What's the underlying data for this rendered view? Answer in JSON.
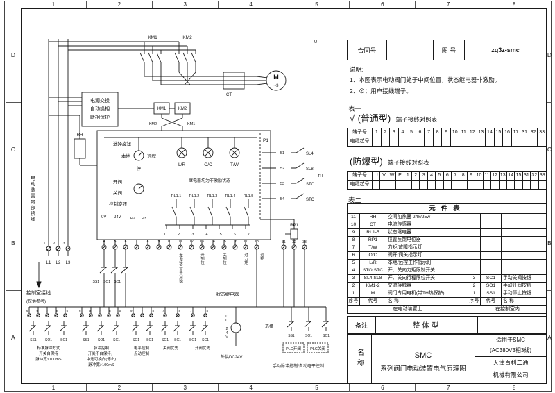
{
  "frame": {
    "cols": [
      "1",
      "2",
      "3",
      "4",
      "5",
      "6",
      "7",
      "8"
    ],
    "rows": [
      "D",
      "C",
      "B",
      "A"
    ]
  },
  "header": {
    "contract_label": "合同号",
    "drawing_no_label": "图 号",
    "drawing_no": "zq3z-smc"
  },
  "notes": {
    "title": "说明:",
    "item1": "1、本图表示电动阀门处于中间位置，状态继电器非激励。",
    "item2": "2、⊘：用户接线端子。"
  },
  "table1": {
    "label": "表一",
    "check": "√",
    "type_name": "(普通型)",
    "title": "端子接线对照表",
    "row1_label": "端子号",
    "row2_label": "电缆芯号",
    "terminals": [
      "1",
      "2",
      "3",
      "4",
      "5",
      "6",
      "7",
      "8",
      "9",
      "10",
      "11",
      "12",
      "13",
      "14",
      "15",
      "16",
      "17",
      "31",
      "32",
      "33"
    ]
  },
  "table1b": {
    "type_name": "(防爆型)",
    "title": "端子接线对照表",
    "row1_label": "端子号",
    "row2_label": "电缆芯号",
    "terminals": [
      "U",
      "V",
      "W",
      "E",
      "1",
      "2",
      "3",
      "4",
      "5",
      "6",
      "7",
      "8",
      "9",
      "10",
      "11",
      "12",
      "13",
      "14",
      "15",
      "31",
      "32",
      "33"
    ]
  },
  "table2": {
    "label": "表二",
    "title": "元件表",
    "rows": [
      {
        "no": "11",
        "code": "RH",
        "name": "空间加热器 24k/25w",
        "no2": "",
        "code2": "",
        "name2": ""
      },
      {
        "no": "10",
        "code": "CT",
        "name": "电流传感器",
        "no2": "",
        "code2": "",
        "name2": ""
      },
      {
        "no": "9",
        "code": "RL1-5",
        "name": "状态继电器",
        "no2": "",
        "code2": "",
        "name2": ""
      },
      {
        "no": "8",
        "code": "RP1",
        "name": "位置反馈电位器",
        "no2": "",
        "code2": "",
        "name2": ""
      },
      {
        "no": "7",
        "code": "T/W",
        "name": "力矩/故障指示灯",
        "no2": "",
        "code2": "",
        "name2": ""
      },
      {
        "no": "6",
        "code": "O/C",
        "name": "阀开/阀关指示灯",
        "no2": "",
        "code2": "",
        "name2": ""
      },
      {
        "no": "5",
        "code": "L/R",
        "name": "本地/远控工作指示灯",
        "no2": "",
        "code2": "",
        "name2": ""
      },
      {
        "no": "4",
        "code": "STO STC",
        "name": "开、关向力矩限制开关",
        "no2": "",
        "code2": "",
        "name2": ""
      },
      {
        "no": "3",
        "code": "SL4 SL8",
        "name": "开、关向行程限位开关",
        "no2": "3",
        "code2": "SC1",
        "name2": "手动关阀按钮"
      },
      {
        "no": "2",
        "code": "KM1-2",
        "name": "交流接触器",
        "no2": "2",
        "code2": "SO1",
        "name2": "手动开阀按钮"
      },
      {
        "no": "1",
        "code": "M",
        "name": "阀门专用电机(带TH热保护)",
        "no2": "1",
        "code2": "SS1",
        "name2": "手动停止按钮"
      }
    ],
    "header": [
      "序号",
      "代号",
      "名  称",
      "序号",
      "代号",
      "名  称"
    ],
    "footer_left": "在电动装置上",
    "footer_right": "在控制室内"
  },
  "remark": {
    "label": "备注",
    "value": "整体型"
  },
  "titleblock": {
    "name_label": "名称",
    "product_line1": "SMC",
    "product_line2": "系列阀门电动装置电气原理图",
    "applicable1": "适用于SMC",
    "applicable2": "(AC380V3相3线)",
    "company1": "天津百利二通",
    "company2": "机械有限公司"
  },
  "sch": {
    "km1": "KM1",
    "km2": "KM2",
    "ct": "CT",
    "u": "U",
    "motor": "M",
    "motor_sub": "~3",
    "protect1": "电源交换",
    "protect2": "自动换相",
    "protect3": "断相保护",
    "coil1": "KM1",
    "coil2": "KM2",
    "il_left": "KM2",
    "il_right": "KM1",
    "rh": "RH",
    "selector_label": "选择旋钮",
    "local": "本地",
    "remote": "远程",
    "stop_pos": "停",
    "lamp1": "L/R",
    "lamp2": "O/C",
    "lamp3": "T/W",
    "p1": "P1",
    "pin51": "51",
    "pin52": "52",
    "pin53": "53",
    "pin54": "54",
    "sl4": "SL4",
    "sl8": "SL8",
    "th": "TH",
    "sto": "STO",
    "stc": "STC",
    "open_label": "开阀",
    "close_label": "关阀",
    "control_label": "控制旋钮",
    "relay_note": "继电器均为非激励状态",
    "rl1": "RL1.1",
    "rl2": "RL1.2",
    "rl3": "RL1.3",
    "rl4": "RL1.4",
    "rl5": "RL1.5",
    "v0": "0V",
    "v24": "24V",
    "p2": "P2",
    "p3": "P3",
    "p3_pins": "1 2 3 4 5 6 7",
    "terminals": [
      "4",
      "5",
      "6",
      "7",
      "8",
      "9",
      "10",
      "11",
      "12",
      "13",
      "14",
      "15",
      "16",
      "17",
      "18"
    ],
    "t1": "1",
    "t2": "2",
    "t3": "3",
    "l1": "L1",
    "l2": "L2",
    "l3": "L3",
    "common_label": "无源接点总共用端",
    "open_pos": "开到位",
    "close_pos": "关到位",
    "torque": "过力矩",
    "remote_ctl": "远控",
    "status_relay": "状态继电器",
    "rp1": "RP1",
    "t31": "31",
    "t32": "32",
    "t33": "33",
    "inner_wiring": "电动装置内部接线",
    "room_wiring": "控制室接线",
    "reference": "(仅供参考)",
    "mb1": "SS1",
    "mb2": "SO1",
    "mb3": "SC1",
    "g1": {
      "pins": "6 9 7 8 5",
      "b1": "SS1",
      "b2": "SO1",
      "b3": "SC1",
      "c1": "标准脉冲方式",
      "c2": "开关自保持",
      "c3": "脉冲宽>100mS"
    },
    "g2": {
      "pins": "6 9 7 8 5",
      "b1": "SS1",
      "b2": "SO1",
      "b3": "SC1",
      "c1": "脉冲控制",
      "c2": "开关不自保持，",
      "c3": "中途可换向(停止)",
      "c4": "脉冲宽>100mS"
    },
    "g3": {
      "pins": "9 7 8",
      "b1": "SO1",
      "b2": "SC1",
      "c1": "电平控制",
      "c2": "点动控制"
    },
    "g4": {
      "pins": "7 8",
      "b1": "SO1",
      "b2": "SC1",
      "c1": "关阀优先"
    },
    "g5": {
      "pins": "7 8",
      "b1": "SO1",
      "b2": "SC1",
      "c1": "开阀优先"
    },
    "dc": "DC 24V",
    "ext_dc": "外供DC24V",
    "select2": "选择",
    "plc_b1": "SS1",
    "plc_b2": "SO1",
    "plc_b3": "SC1",
    "plc_open": "PLC开阀",
    "plc_close": "PLC关阀",
    "manual_auto": "手动脉冲控制/自动电平控制"
  }
}
